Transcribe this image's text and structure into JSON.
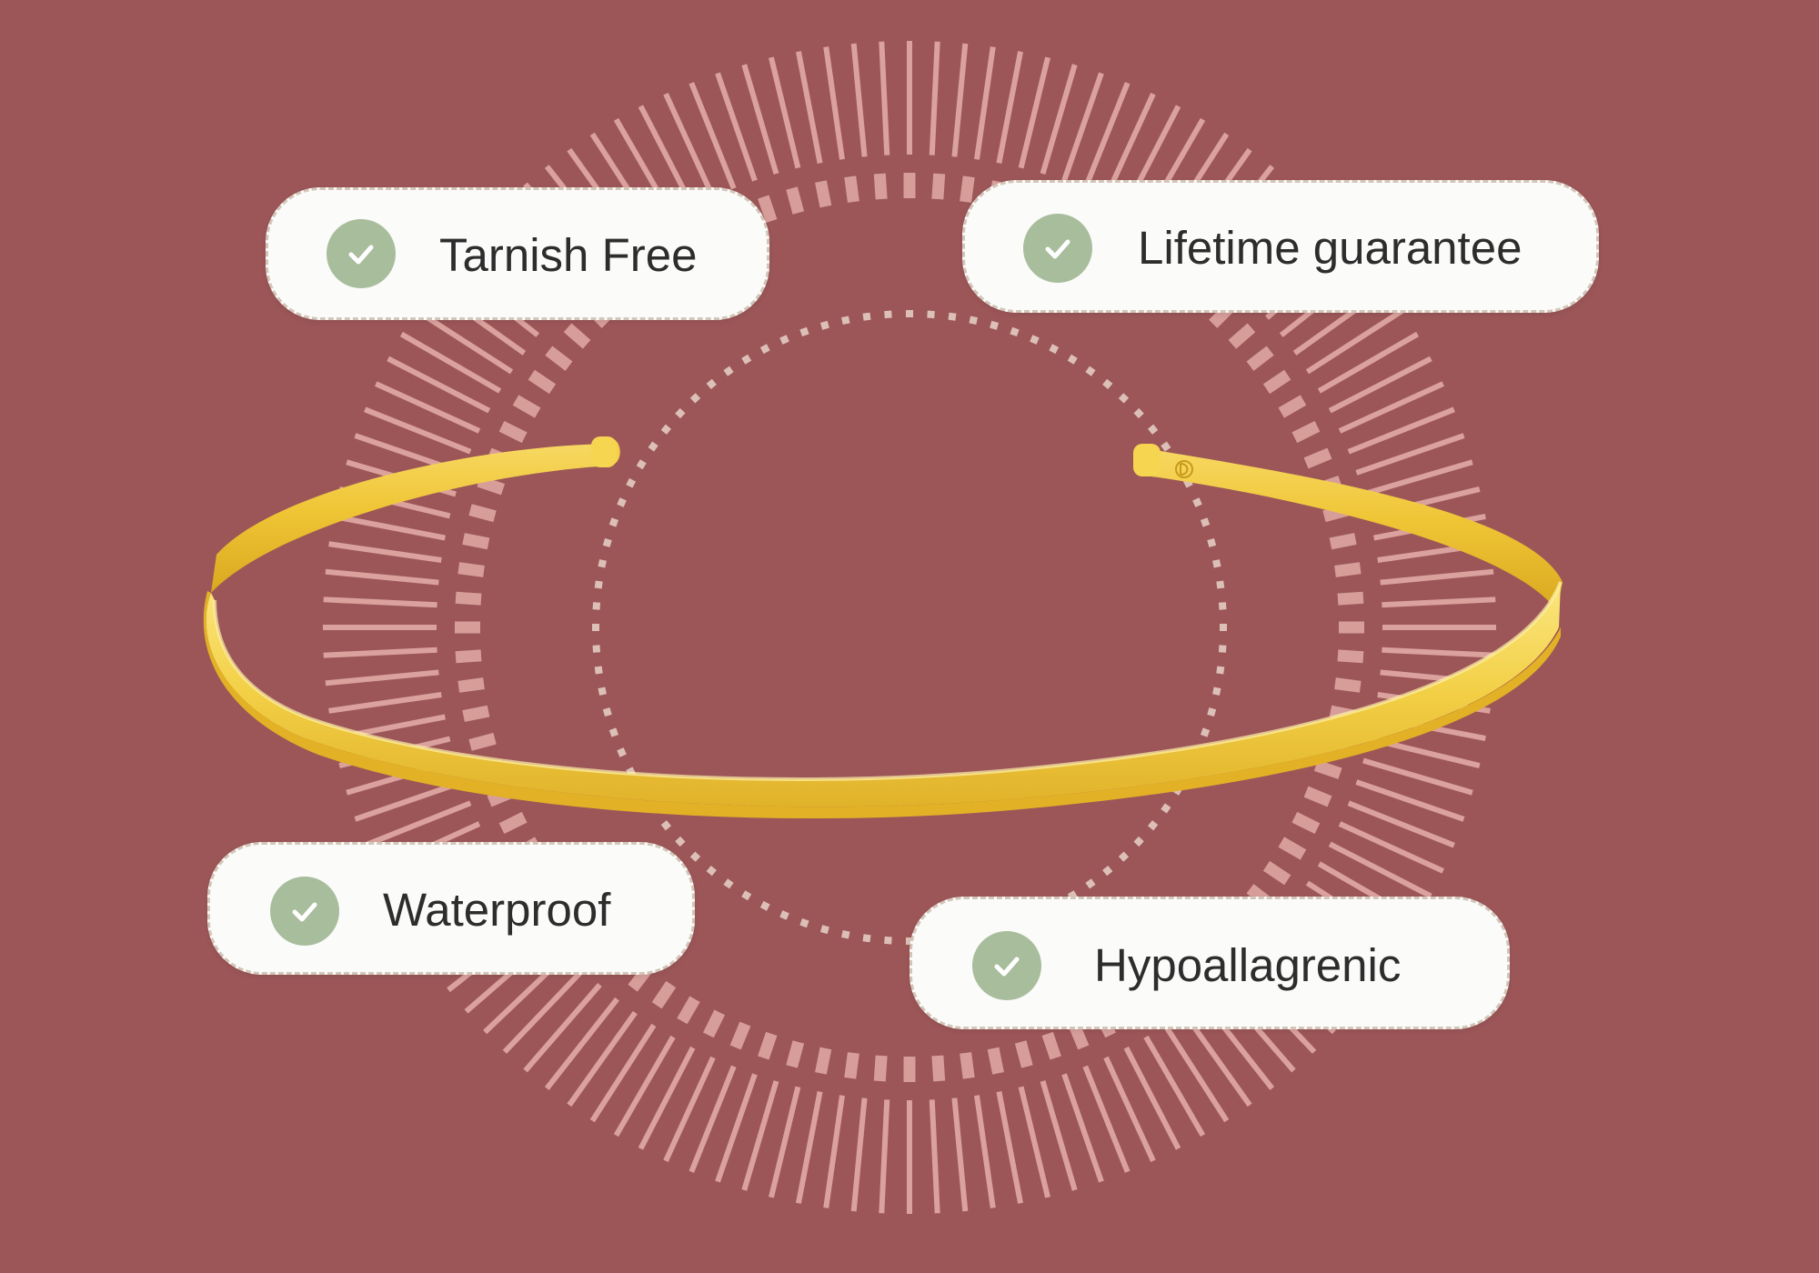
{
  "colors": {
    "background": "#9c5658",
    "ray": "#e6b0aa",
    "dot": "#dcc0b8",
    "badge_background": "#fbfbfa",
    "badge_border": "#d3c6b8",
    "check_circle": "#a8bd9c",
    "check_mark": "#ffffff",
    "text": "#2d2d2d",
    "gold": "#f0c93a"
  },
  "icons": {
    "check": "check-circle-icon",
    "product": "gold-cuff-bracelet"
  },
  "features": [
    {
      "label": "Tarnish Free"
    },
    {
      "label": "Lifetime guarantee"
    },
    {
      "label": "Waterproof"
    },
    {
      "label": "Hypoallagrenic"
    }
  ]
}
